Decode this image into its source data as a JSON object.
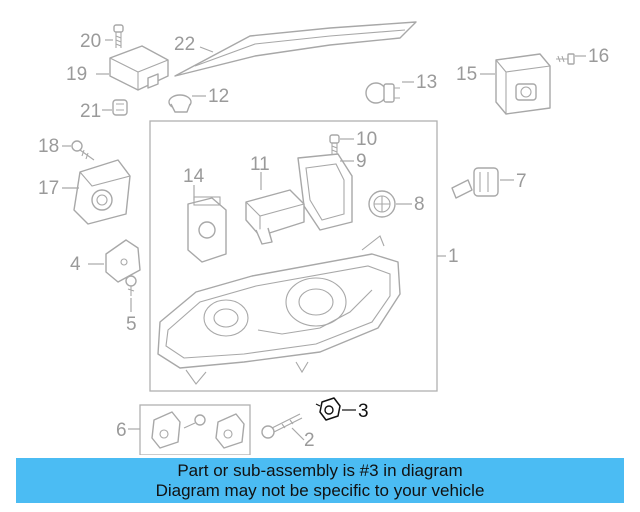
{
  "callouts": {
    "c1": "1",
    "c2": "2",
    "c3": "3",
    "c4": "4",
    "c5": "5",
    "c6": "6",
    "c7": "7",
    "c8": "8",
    "c9": "9",
    "c10": "10",
    "c11": "11",
    "c12": "12",
    "c13": "13",
    "c14": "14",
    "c15": "15",
    "c16": "16",
    "c17": "17",
    "c18": "18",
    "c19": "19",
    "c20": "20",
    "c21": "21",
    "c22": "22"
  },
  "banner": {
    "line1": "Part or sub-assembly is #3 in diagram",
    "line2": "Diagram may not be specific to your vehicle"
  },
  "colors": {
    "banner_bg": "#4bbcf3",
    "line_gray": "#a8a8a8",
    "highlight": "#111111"
  },
  "highlighted_callout": "3"
}
